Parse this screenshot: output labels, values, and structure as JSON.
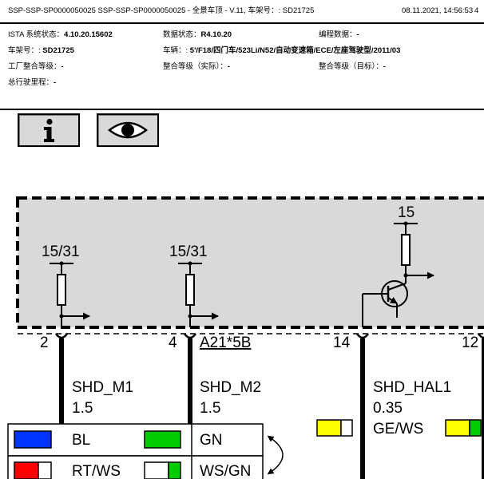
{
  "header": {
    "title": "SSP-SSP-SP0000050025 SSP-SSP-SP0000050025 - 全景车顶 - V.11, 车架号：: SD21725",
    "datetime": "08.11.2021, 14:56:53",
    "page_number": "4"
  },
  "info": {
    "ista_status_label": "ISTA 系统状态：",
    "ista_status_value": "4.10.20.15602",
    "data_status_label": "数据状态：",
    "data_status_value": "R4.10.20",
    "programming_data_label": "编程数据：",
    "programming_data_value": "-",
    "vin_label": "车架号：:",
    "vin_value": "SD21725",
    "vehicle_label": "车辆：:",
    "vehicle_value": "5'/F18/四门车/523Li/N52/自动变速箱/ECE/左座驾驶型/2011/03",
    "factory_level_label": "工厂整合等级：",
    "factory_level_value": "-",
    "actual_level_label": "整合等级（实际）：",
    "actual_level_value": "-",
    "target_level_label": "整合等级（目标）：",
    "target_level_value": "-",
    "mileage_label": "总行驶里程：",
    "mileage_value": "-"
  },
  "toolbar": {
    "info_icon": "info-icon",
    "view_icon": "eye-icon"
  },
  "diagram": {
    "terminals": [
      {
        "id": "t1",
        "label": "15/31"
      },
      {
        "id": "t2",
        "label": "15/31"
      },
      {
        "id": "t3",
        "label": "15"
      }
    ],
    "pins": [
      {
        "id": "p2",
        "label": "2"
      },
      {
        "id": "p4",
        "label": "4"
      },
      {
        "id": "p14",
        "label": "14"
      },
      {
        "id": "p12",
        "label": "12"
      }
    ],
    "connector_link": "A21*5B",
    "wires": [
      {
        "id": "w1",
        "name": "SHD_M1",
        "size": "1.5"
      },
      {
        "id": "w2",
        "name": "SHD_M2",
        "size": "1.5"
      },
      {
        "id": "w3",
        "name": "SHD_HAL1",
        "size": "0.35",
        "color": "GE/WS"
      }
    ],
    "color_legend": [
      {
        "code": "BL",
        "swatch": [
          "#0033ff",
          "#0033ff"
        ]
      },
      {
        "code": "GN",
        "swatch": [
          "#00cc00",
          "#00cc00"
        ]
      },
      {
        "code": "RT/WS",
        "swatch": [
          "#ff0000",
          "#ffffff"
        ]
      },
      {
        "code": "WS/GN",
        "swatch": [
          "#ffffff",
          "#00cc00"
        ]
      }
    ],
    "colors": {
      "module_fill": "#d9d9d9",
      "link": "#0000cc",
      "yellow": "#ffff00",
      "green": "#00cc00"
    }
  }
}
